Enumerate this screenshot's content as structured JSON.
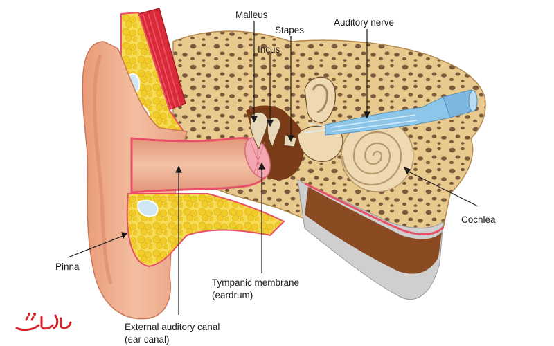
{
  "labels": {
    "malleus": "Malleus",
    "stapes": "Stapes",
    "incus": "Incus",
    "auditory_nerve": "Auditory nerve",
    "cochlea": "Cochlea",
    "pinna": "Pinna",
    "tympanic_line1": "Tympanic membrane",
    "tympanic_line2": "(eardrum)",
    "canal_line1": "External auditory canal",
    "canal_line2": "(ear canal)"
  },
  "watermark": {
    "text": "الی گشت"
  },
  "colors": {
    "skin": "#efb08f",
    "skin_dark": "#d98b6a",
    "bone": "#e8c98e",
    "bone_hole": "#7a5a3a",
    "fat": "#f2d23c",
    "muscle": "#d92a3a",
    "nerve": "#8ec6ea",
    "cochlea": "#eed9b2",
    "outline_red": "#e8506a",
    "brand_red": "#d8232a"
  }
}
